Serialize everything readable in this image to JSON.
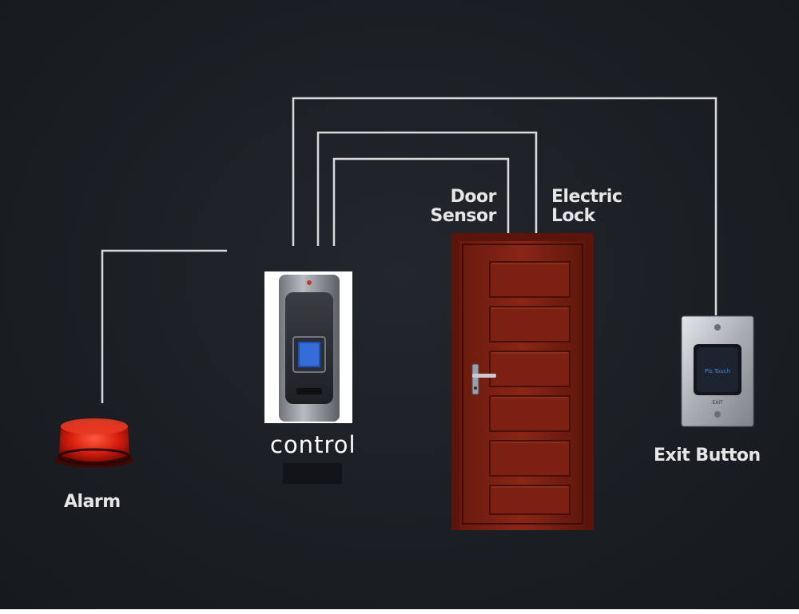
{
  "labels": {
    "door_sensor_line1": "Door",
    "door_sensor_line2": "Sensor",
    "electric_lock_line1": "Electric",
    "electric_lock_line2": "Lock",
    "alarm": "Alarm",
    "exit_button": "Exit Button",
    "control": "control"
  },
  "exit_button_face_text": "Pls Touch",
  "exit_button_small_text": "EXIT",
  "colors": {
    "background": "#1b1f24",
    "wire": "#d9d9d9",
    "door": "#7a1e12",
    "alarm": "#d41c0c",
    "label": "#e6e6e6"
  }
}
